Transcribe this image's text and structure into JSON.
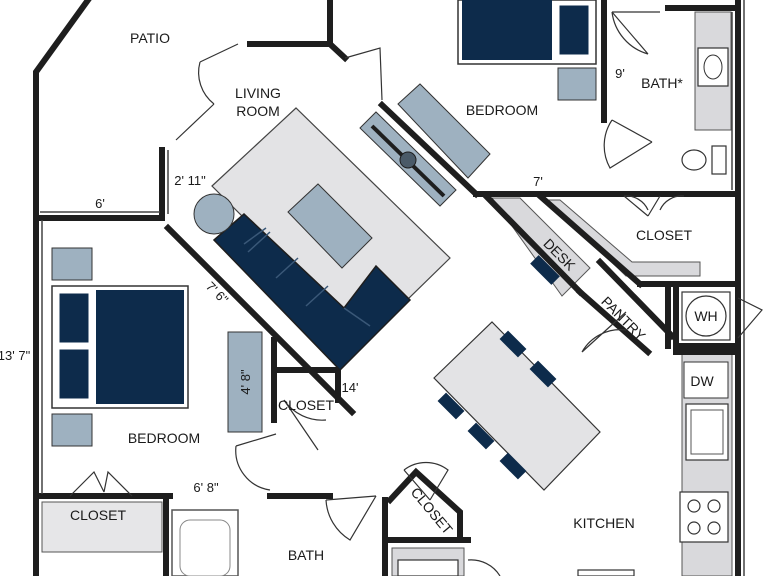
{
  "rooms": {
    "patio": "PATIO",
    "living_room_line1": "LIVING",
    "living_room_line2": "ROOM",
    "bedroom_top": "BEDROOM",
    "bath_top": "BATH*",
    "closet_mid_right": "CLOSET",
    "bedroom_left": "BEDROOM",
    "closet_bedroom": "CLOSET",
    "closet_bottom_left": "CLOSET",
    "bath_bottom": "BATH",
    "closet_bottom_center": "CLOSET",
    "kitchen": "KITCHEN",
    "desk": "DESK",
    "pantry": "PANTRY",
    "water_heater": "WH",
    "dishwasher": "DW"
  },
  "dimensions": {
    "bath_top_9ft": "9'",
    "bedroom_top_7ft": "7'",
    "patio_6ft": "6'",
    "living_2ft11": "2' 11\"",
    "bedroom_7ft6": "7' 6\"",
    "bedroom_13ft7": "13' 7\"",
    "wardrobe_4ft8": "4' 8\"",
    "living_14ft": "14'",
    "bedroom_6ft8": "6' 8\""
  },
  "colors": {
    "wall": "#1e1e1e",
    "navy": "#0d2b4b",
    "steel": "#9eb1c0",
    "light_gray": "#e3e3e5",
    "counter": "#d9d9dc"
  }
}
